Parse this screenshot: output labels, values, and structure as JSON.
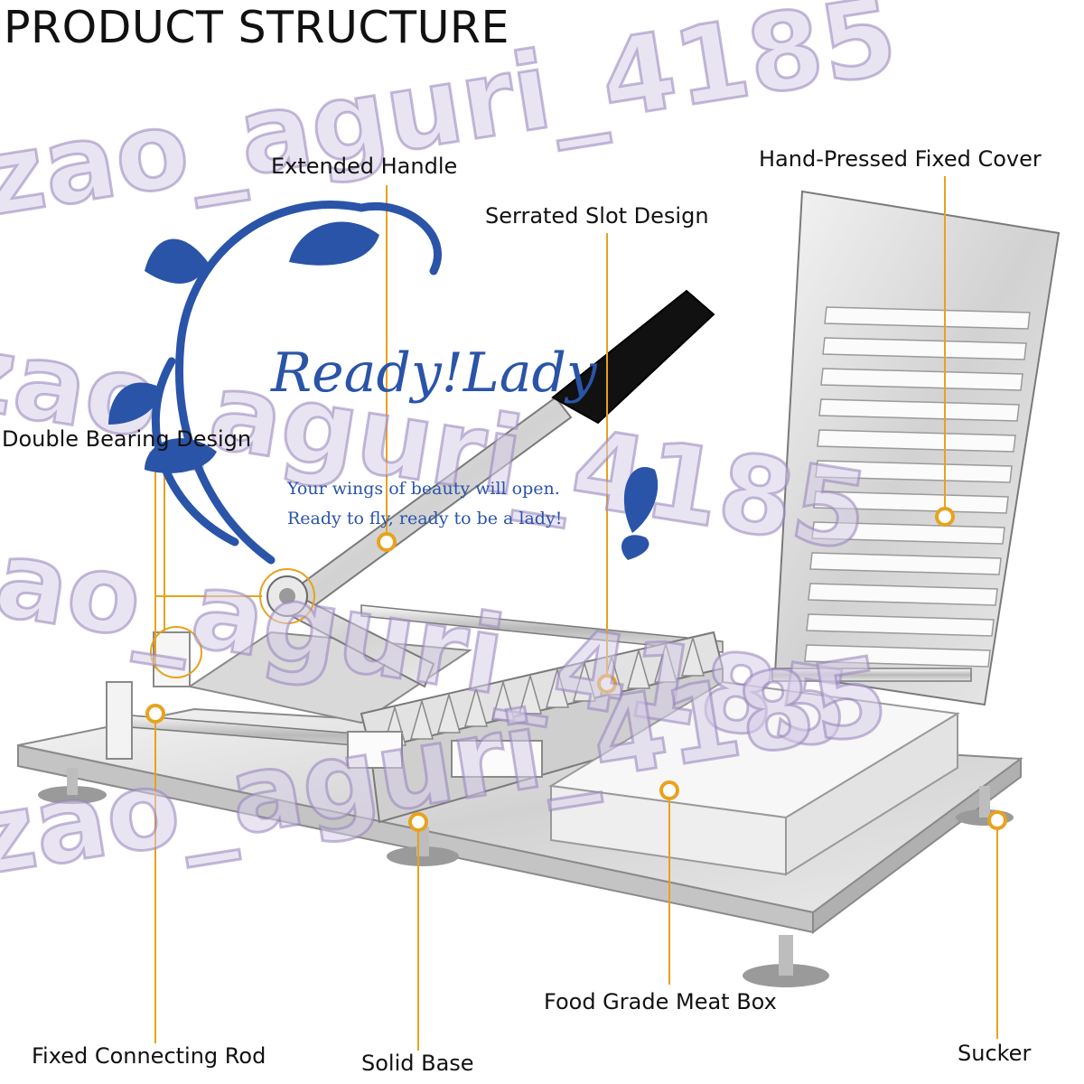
{
  "title": "PRODUCT STRUCTURE",
  "colors": {
    "callout": "#e8a21c",
    "brand": "#2a54a8",
    "watermark": "#d7cde8"
  },
  "labels": {
    "extended_handle": "Extended Handle",
    "hand_pressed_cover": "Hand-Pressed Fixed Cover",
    "serrated_slot": "Serrated Slot Design",
    "double_bearing": "Double Bearing Design",
    "fixed_connecting_rod": "Fixed Connecting Rod",
    "solid_base": "Solid Base",
    "meat_box": "Food Grade Meat Box",
    "sucker": "Sucker"
  },
  "logo": {
    "brand": "Ready!Lady",
    "tagline_1": "Your wings of beauty will open.",
    "tagline_2": "Ready to fly, ready to be a lady!"
  },
  "watermark_text": "zao_aguri_4185"
}
